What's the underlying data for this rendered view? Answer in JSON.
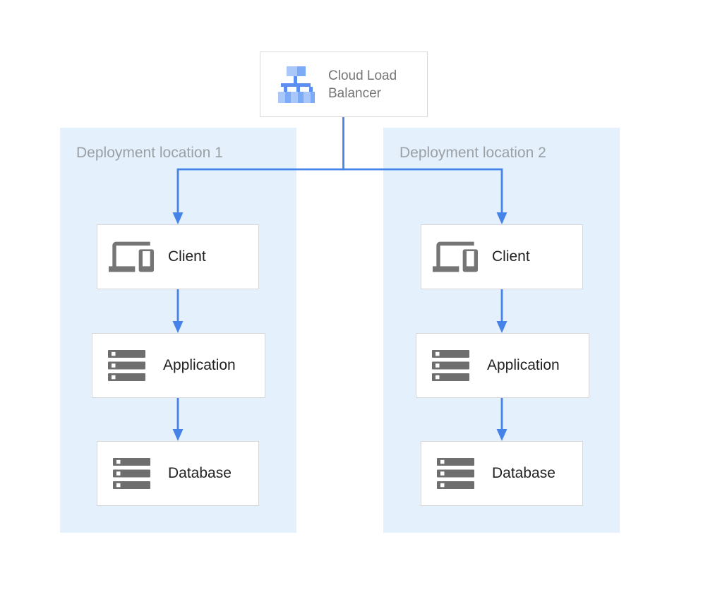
{
  "colors": {
    "connector_blue": "#4683E8",
    "panel_background": "#E4F0FB",
    "box_background": "#FFFFFF",
    "box_border": "#D7D7D7",
    "node_text": "#212121",
    "panel_label_text": "#9AA0A6",
    "load_balancer_text": "#757575",
    "devices_icon_gray": "#757575",
    "server_icon_gray": "#6E6E6E",
    "lb_icon_light_blue": "#A9C7F9",
    "lb_icon_medium_blue": "#7BAAF7",
    "lb_icon_dark_blue": "#5C8EF2"
  },
  "load_balancer": {
    "label": "Cloud Load Balancer",
    "icon": "load-balancer-icon"
  },
  "locations": [
    {
      "label": "Deployment location 1",
      "nodes": [
        {
          "label": "Client",
          "icon": "devices-icon"
        },
        {
          "label": "Application",
          "icon": "server-stack-icon"
        },
        {
          "label": "Database",
          "icon": "server-stack-icon"
        }
      ]
    },
    {
      "label": "Deployment location 2",
      "nodes": [
        {
          "label": "Client",
          "icon": "devices-icon"
        },
        {
          "label": "Application",
          "icon": "server-stack-icon"
        },
        {
          "label": "Database",
          "icon": "server-stack-icon"
        }
      ]
    }
  ],
  "edges": [
    {
      "from": "Cloud Load Balancer",
      "to": "Client (Deployment location 1)"
    },
    {
      "from": "Cloud Load Balancer",
      "to": "Client (Deployment location 2)"
    },
    {
      "from": "Client (Deployment location 1)",
      "to": "Application (Deployment location 1)"
    },
    {
      "from": "Application (Deployment location 1)",
      "to": "Database (Deployment location 1)"
    },
    {
      "from": "Client (Deployment location 2)",
      "to": "Application (Deployment location 2)"
    },
    {
      "from": "Application (Deployment location 2)",
      "to": "Database (Deployment location 2)"
    }
  ]
}
